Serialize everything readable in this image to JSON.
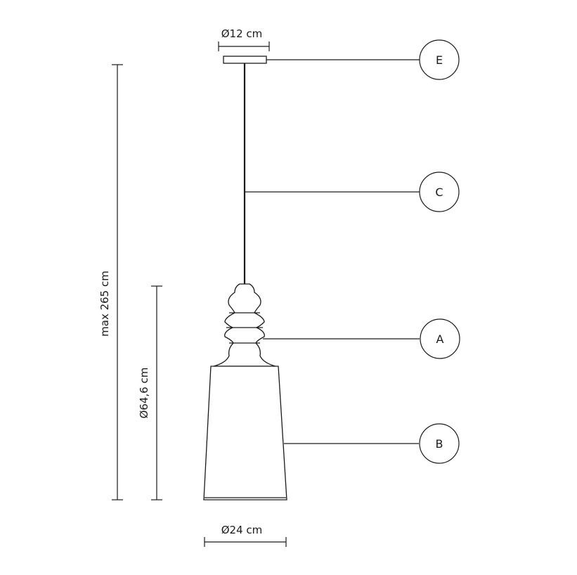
{
  "dimensions": {
    "top_width": "Ø12 cm",
    "total_height": "max 265 cm",
    "body_height": "Ø64,6 cm",
    "bottom_width": "Ø24 cm"
  },
  "callouts": {
    "e": "E",
    "c": "C",
    "a": "A",
    "b": "B"
  }
}
